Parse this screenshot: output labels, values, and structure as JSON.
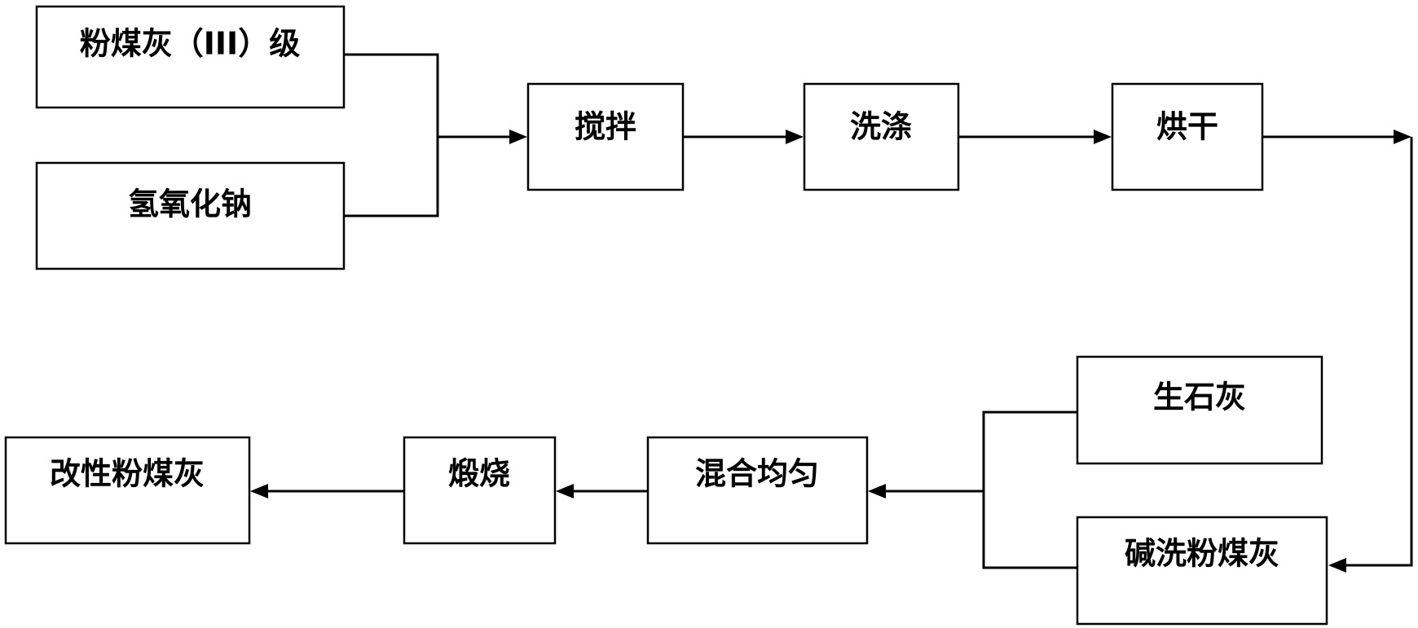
{
  "nodes": {
    "fly_ash_iii": "粉煤灰（III）级",
    "sodium_hydroxide": "氢氧化钠",
    "stirring": "搅拌",
    "washing": "洗涤",
    "drying": "烘干",
    "quicklime": "生石灰",
    "alkali_washed_fly_ash": "碱洗粉煤灰",
    "mixing_uniformly": "混合均匀",
    "calcining": "煅烧",
    "modified_fly_ash": "改性粉煤灰"
  },
  "colors": {
    "line": "#000000",
    "box_fill": "#ffffff",
    "text": "#000000"
  }
}
